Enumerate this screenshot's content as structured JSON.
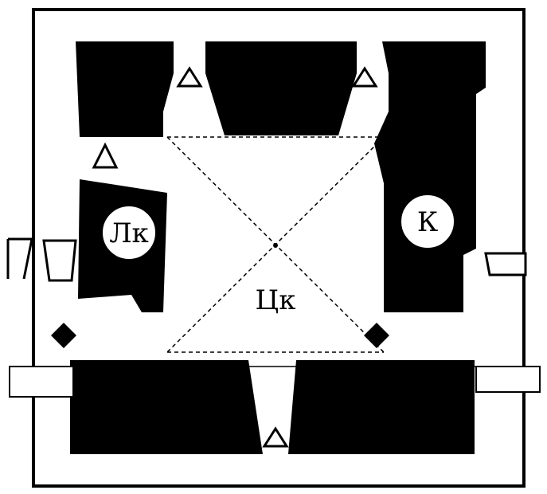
{
  "plan": {
    "labels": {
      "left_room": "Лк",
      "right_room": "К",
      "center": "Цк"
    }
  },
  "colors": {
    "wall": "#000000",
    "background": "#ffffff",
    "line": "#000000"
  },
  "symbols": {
    "triangle": "triangle-marker-icon",
    "diamond": "diamond-marker-icon"
  }
}
